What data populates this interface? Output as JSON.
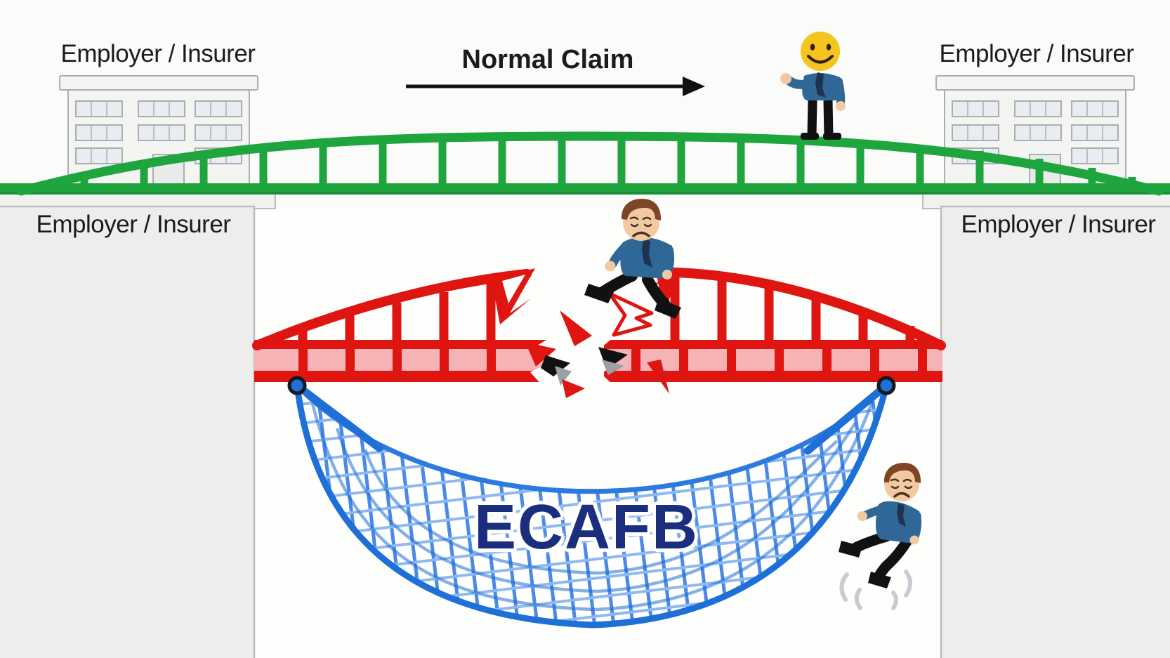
{
  "meta": {
    "type": "diagram",
    "description": "Bridge metaphor: a normal insurance claim crosses an intact green bridge; a broken red bridge drops a claimant into the ECAFB safety net between employer/insurer pillars."
  },
  "colors": {
    "bg": "#fbfbf9",
    "panel_white": "#fefefd",
    "label_ink": "#1b1b1b",
    "green": "#1ea53e",
    "green_dark": "#179138",
    "red": "#de1510",
    "pink": "#f5b3b6",
    "blue_rope": "#1e6fd6",
    "blue_rope_light": "#2b7ae0",
    "blue_mesh": "#4a8ae6",
    "blue_mesh_light": "#8db8f2",
    "navy_text": "#1b2d7d",
    "smiley_yellow": "#f6c41e",
    "suit_blue": "#2f6896",
    "skin": "#f3c9a1",
    "hair_brown": "#7e4526",
    "tie_navy": "#1d3350",
    "ink": "#111111",
    "face_ink": "#4a3320",
    "pillar_fill": "#ededeb",
    "pillar_border": "#bcbcba",
    "cap_fill": "#f1f1ef",
    "building_fill": "#f4f4f2",
    "building_line": "#a9aeb0",
    "window_fill": "#e8edf2",
    "door_fill": "#e9eaea",
    "debris_gray": "#9aa0a4",
    "motion_gray": "#c8ccd0"
  },
  "top_scene": {
    "left_building_label": "Employer / Insurer",
    "right_building_label": "Employer / Insurer",
    "flow_arrow_label": "Normal Claim"
  },
  "bottom_scene": {
    "left_pillar_label": "Employer / Insurer",
    "right_pillar_label": "Employer / Insurer",
    "net_label": "ECAFB"
  },
  "icons": {
    "left_building": "building-icon",
    "right_building": "building-icon",
    "green_bridge": "intact-bridge-icon",
    "red_bridge": "broken-bridge-icon",
    "safety_net": "safety-net-icon",
    "anchors": "anchor-dot-icon",
    "happy_worker": "happy-worker-icon",
    "sad_worker": "sad-worker-icon",
    "falling_worker": "falling-worker-icon",
    "flow_arrow": "arrow-right-icon",
    "debris": "debris-shards-icon",
    "motion": "motion-lines-icon"
  }
}
